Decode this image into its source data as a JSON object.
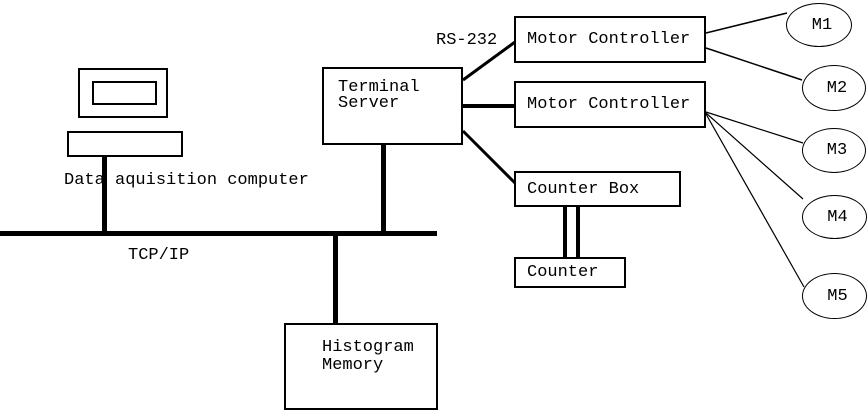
{
  "diagram": {
    "nodes": {
      "data_acquisition_computer": {
        "label": "Data aquisition computer"
      },
      "terminal_server": {
        "line1": "Terminal",
        "line2": "Server"
      },
      "motor_controller_1": {
        "label": "Motor Controller"
      },
      "motor_controller_2": {
        "label": "Motor Controller"
      },
      "counter_box": {
        "label": "Counter Box"
      },
      "counter": {
        "label": "Counter"
      },
      "histogram_memory": {
        "line1": "Histogram",
        "line2": "Memory"
      }
    },
    "links": {
      "network_bus": {
        "label": "TCP/IP"
      },
      "serial": {
        "label": "RS-232"
      }
    },
    "motors": [
      {
        "label": "M1"
      },
      {
        "label": "M2"
      },
      {
        "label": "M3"
      },
      {
        "label": "M4"
      },
      {
        "label": "M5"
      }
    ],
    "colors": {
      "ink": "#000000",
      "background": "#ffffff"
    }
  }
}
